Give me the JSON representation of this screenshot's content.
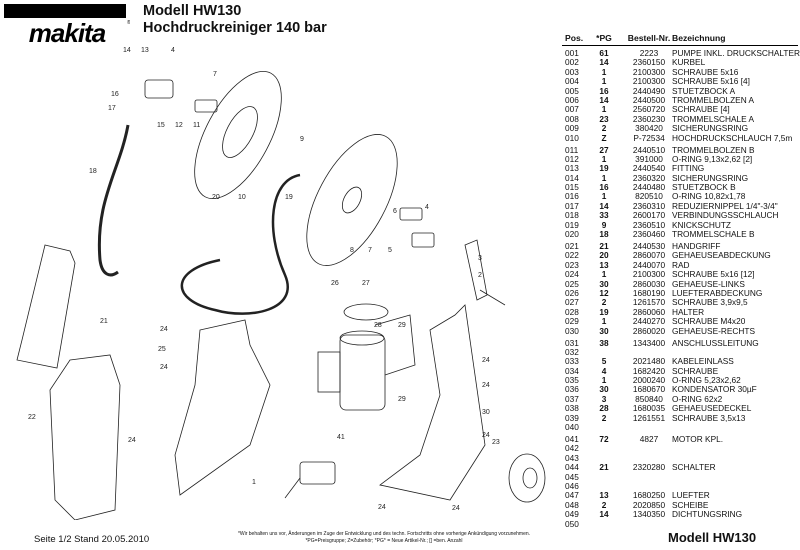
{
  "header": {
    "brand_logo": "makita",
    "model": "Modell HW130",
    "subtitle": "Hochdruckreiniger 140 bar"
  },
  "table": {
    "columns": [
      "Pos.",
      "*PG",
      "Bestell-Nr.",
      "Bezeichnung"
    ],
    "rows": [
      [
        "001",
        "61",
        "2223",
        "PUMPE INKL. DRUCKSCHALTER"
      ],
      [
        "002",
        "14",
        "2360150",
        "KURBEL"
      ],
      [
        "003",
        "1",
        "2100300",
        "SCHRAUBE 5x16"
      ],
      [
        "004",
        "1",
        "2100300",
        "SCHRAUBE 5x16  [4]"
      ],
      [
        "005",
        "16",
        "2440490",
        "STUETZBOCK  A"
      ],
      [
        "006",
        "14",
        "2440500",
        "TROMMELBOLZEN  A"
      ],
      [
        "007",
        "1",
        "2560720",
        "SCHRAUBE  [4]"
      ],
      [
        "008",
        "23",
        "2360230",
        "TROMMELSCHALE  A"
      ],
      [
        "009",
        "2",
        "380420",
        "SICHERUNGSRING"
      ],
      [
        "010",
        "Z",
        "P-72534",
        "HOCHDRUCKSCHLAUCH 7,5m"
      ],
      [
        "011",
        "27",
        "2440510",
        "TROMMELBOLZEN  B"
      ],
      [
        "012",
        "1",
        "391000",
        "O-RING 9,13x2,62  [2]"
      ],
      [
        "013",
        "19",
        "2440540",
        "FITTING"
      ],
      [
        "014",
        "1",
        "2360320",
        "SICHERUNGSRING"
      ],
      [
        "015",
        "16",
        "2440480",
        "STUETZBOCK  B"
      ],
      [
        "016",
        "1",
        "820510",
        "O-RING 10,82x1,78"
      ],
      [
        "017",
        "14",
        "2360310",
        "REDUZIERNIPPEL 1/4\"-3/4\""
      ],
      [
        "018",
        "33",
        "2600170",
        "VERBINDUNGSSCHLAUCH"
      ],
      [
        "019",
        "9",
        "2360510",
        "KNICKSCHUTZ"
      ],
      [
        "020",
        "18",
        "2360460",
        "TROMMELSCHALE  B"
      ],
      [
        "021",
        "21",
        "2440530",
        "HANDGRIFF"
      ],
      [
        "022",
        "20",
        "2860070",
        "GEHAEUSEABDECKUNG"
      ],
      [
        "023",
        "13",
        "2440070",
        "RAD"
      ],
      [
        "024",
        "1",
        "2100300",
        "SCHRAUBE 5x16  [12]"
      ],
      [
        "025",
        "30",
        "2860030",
        "GEHAEUSE-LINKS"
      ],
      [
        "026",
        "12",
        "1680190",
        "LUEFTERABDECKUNG"
      ],
      [
        "027",
        "2",
        "1261570",
        "SCHRAUBE 3,9x9,5"
      ],
      [
        "028",
        "19",
        "2860060",
        "HALTER"
      ],
      [
        "029",
        "1",
        "2440270",
        "SCHRAUBE M4x20"
      ],
      [
        "030",
        "30",
        "2860020",
        "GEHAEUSE-RECHTS"
      ],
      [
        "031",
        "38",
        "1343400",
        "ANSCHLUSSLEITUNG"
      ],
      [
        "032",
        "",
        "",
        ""
      ],
      [
        "033",
        "5",
        "2021480",
        "KABELEINLASS"
      ],
      [
        "034",
        "4",
        "1682420",
        "SCHRAUBE"
      ],
      [
        "035",
        "1",
        "2000240",
        "O-RING 5,23x2,62"
      ],
      [
        "036",
        "30",
        "1680670",
        "KONDENSATOR 30µF"
      ],
      [
        "037",
        "3",
        "850840",
        "O-RING 62x2"
      ],
      [
        "038",
        "28",
        "1680035",
        "GEHAEUSEDECKEL"
      ],
      [
        "039",
        "2",
        "1261551",
        "SCHRAUBE 3,5x13"
      ],
      [
        "040",
        "",
        "",
        ""
      ],
      [
        "041",
        "72",
        "4827",
        "MOTOR KPL."
      ],
      [
        "042",
        "",
        "",
        ""
      ],
      [
        "043",
        "",
        "",
        ""
      ],
      [
        "044",
        "21",
        "2320280",
        "SCHALTER"
      ],
      [
        "045",
        "",
        "",
        ""
      ],
      [
        "046",
        "",
        "",
        ""
      ],
      [
        "047",
        "13",
        "1680250",
        "LUEFTER"
      ],
      [
        "048",
        "2",
        "2020850",
        "SCHEIBE"
      ],
      [
        "049",
        "14",
        "1340350",
        "DICHTUNGSRING"
      ],
      [
        "050",
        "",
        "",
        ""
      ]
    ]
  },
  "diagram": {
    "callouts": [
      "14",
      "13",
      "4",
      "7",
      "16",
      "17",
      "15",
      "12",
      "11",
      "18",
      "20",
      "10",
      "19",
      "9",
      "6",
      "4",
      "8",
      "7",
      "5",
      "3",
      "2",
      "21",
      "22",
      "26",
      "27",
      "28",
      "29",
      "29",
      "24",
      "25",
      "24",
      "24",
      "41",
      "1",
      "30",
      "24",
      "24",
      "24",
      "23",
      "24",
      "24"
    ]
  },
  "footer": {
    "page": "Seite 1/2  Stand 20.05.2010",
    "note_line1": "*Wir behalten uns vor, Änderungen im Zuge der Entwicklung und des techn. Fortschritts ohne vorherige Ankündigung vorzunehmen.",
    "note_line2": "*PG=Preisgruppe; Z=Zubehör; *PG* = Neue Artikel-Nr.; [] =ben. Anzahl",
    "model": "Modell HW130"
  }
}
